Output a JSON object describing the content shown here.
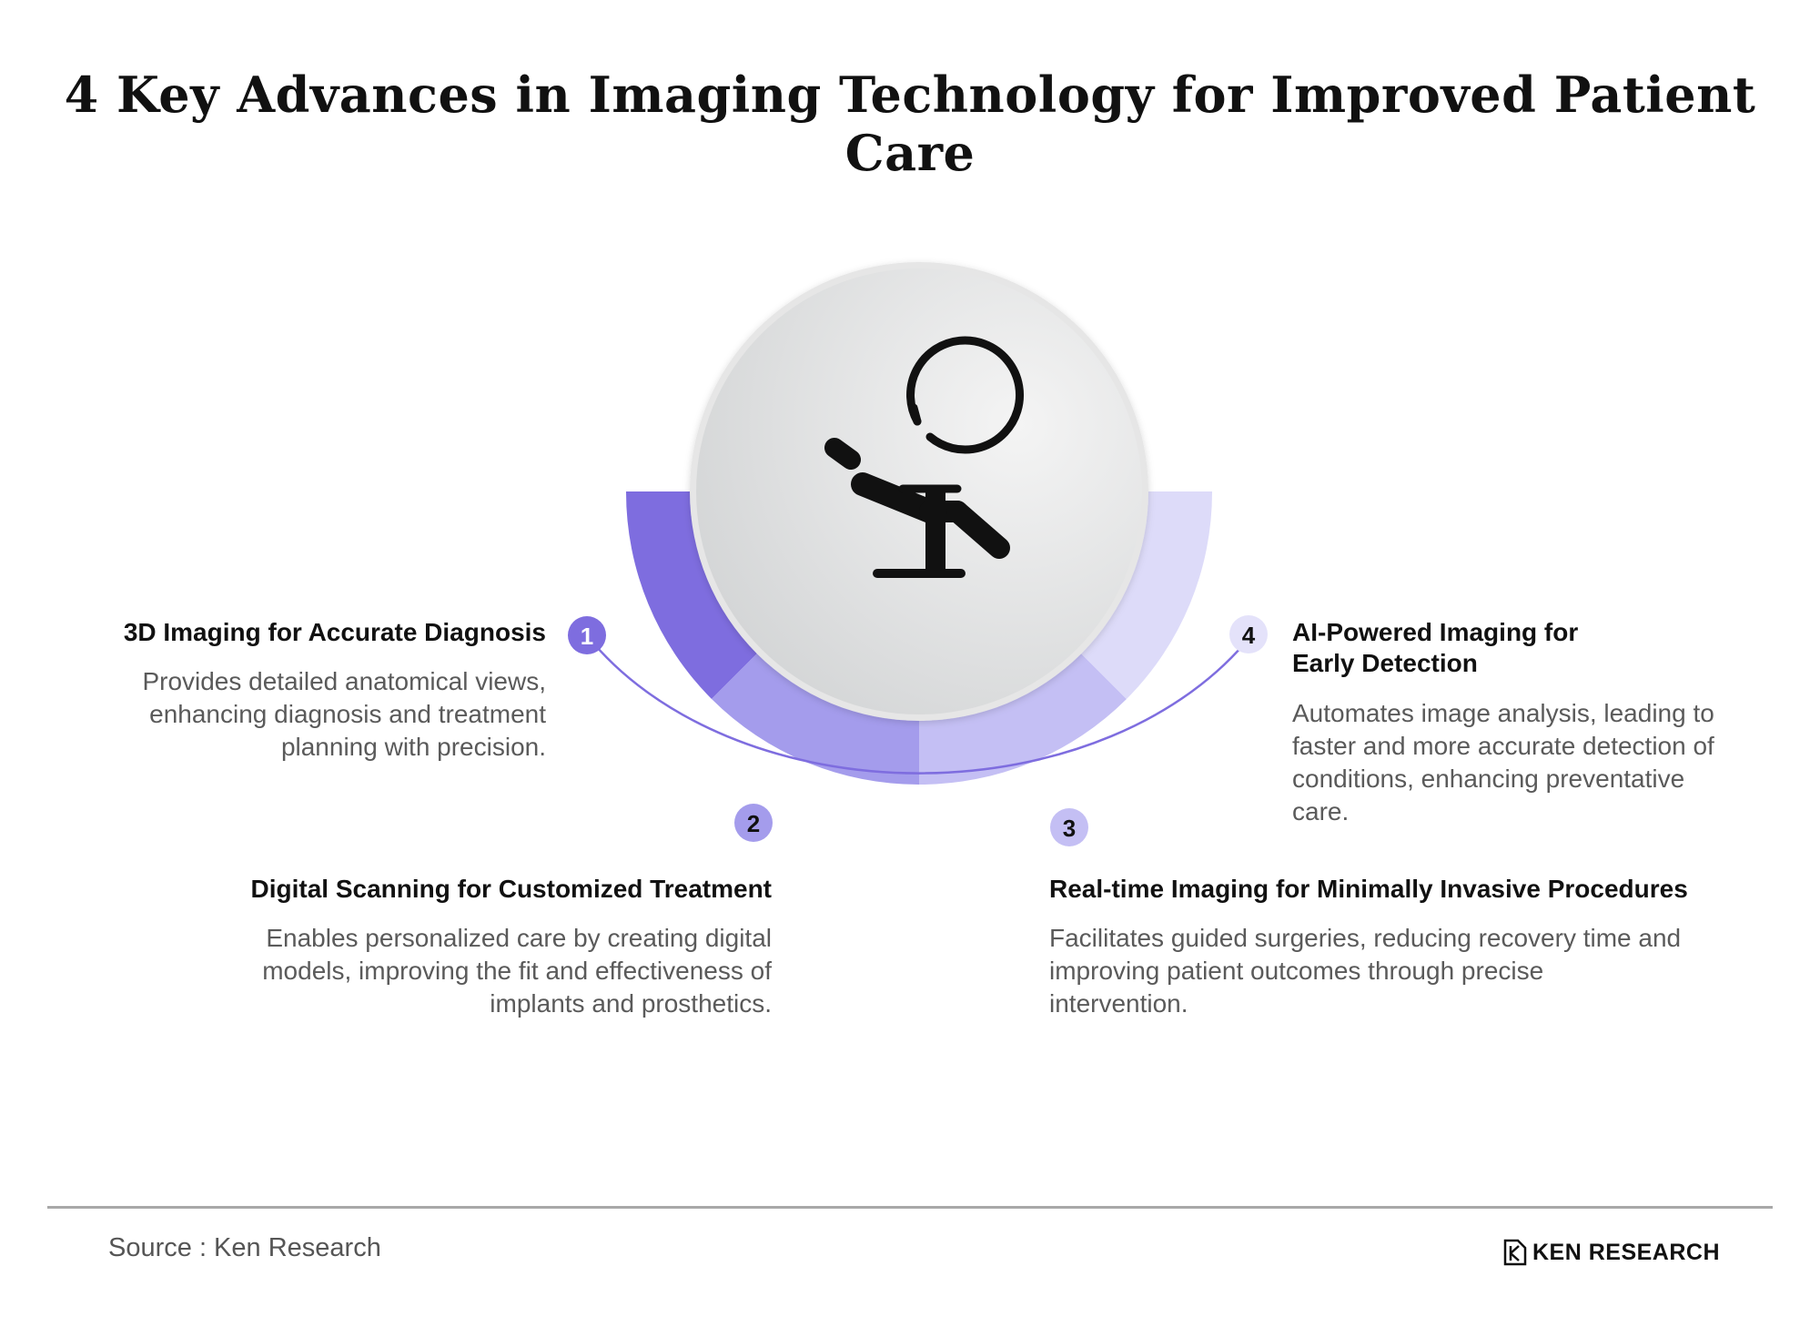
{
  "title": "4 Key Advances in Imaging Technology for Improved Patient Care",
  "center_icon": "dental-chair-icon",
  "items": [
    {
      "number": "1",
      "title": "3D Imaging for Accurate Diagnosis",
      "description": "Provides detailed anatomical views, enhancing diagnosis and treatment planning with precision.",
      "color": "#7e6ddf"
    },
    {
      "number": "2",
      "title": "Digital Scanning for Customized Treatment",
      "description": "Enables personalized care by creating digital models, improving the fit and effectiveness of implants and prosthetics.",
      "color": "#a49cec"
    },
    {
      "number": "3",
      "title": "Real-time Imaging for Minimally Invasive Procedures",
      "description": "Facilitates guided surgeries, reducing recovery time and improving patient outcomes through precise intervention.",
      "color": "#c4bff4"
    },
    {
      "number": "4",
      "title": "AI-Powered Imaging for Early Detection",
      "description": "Automates image analysis, leading to faster and more accurate detection of conditions, enhancing preventative care.",
      "color": "#dddbf9"
    }
  ],
  "footer": {
    "source": "Source : Ken Research",
    "logo_text": "KEN RESEARCH"
  }
}
